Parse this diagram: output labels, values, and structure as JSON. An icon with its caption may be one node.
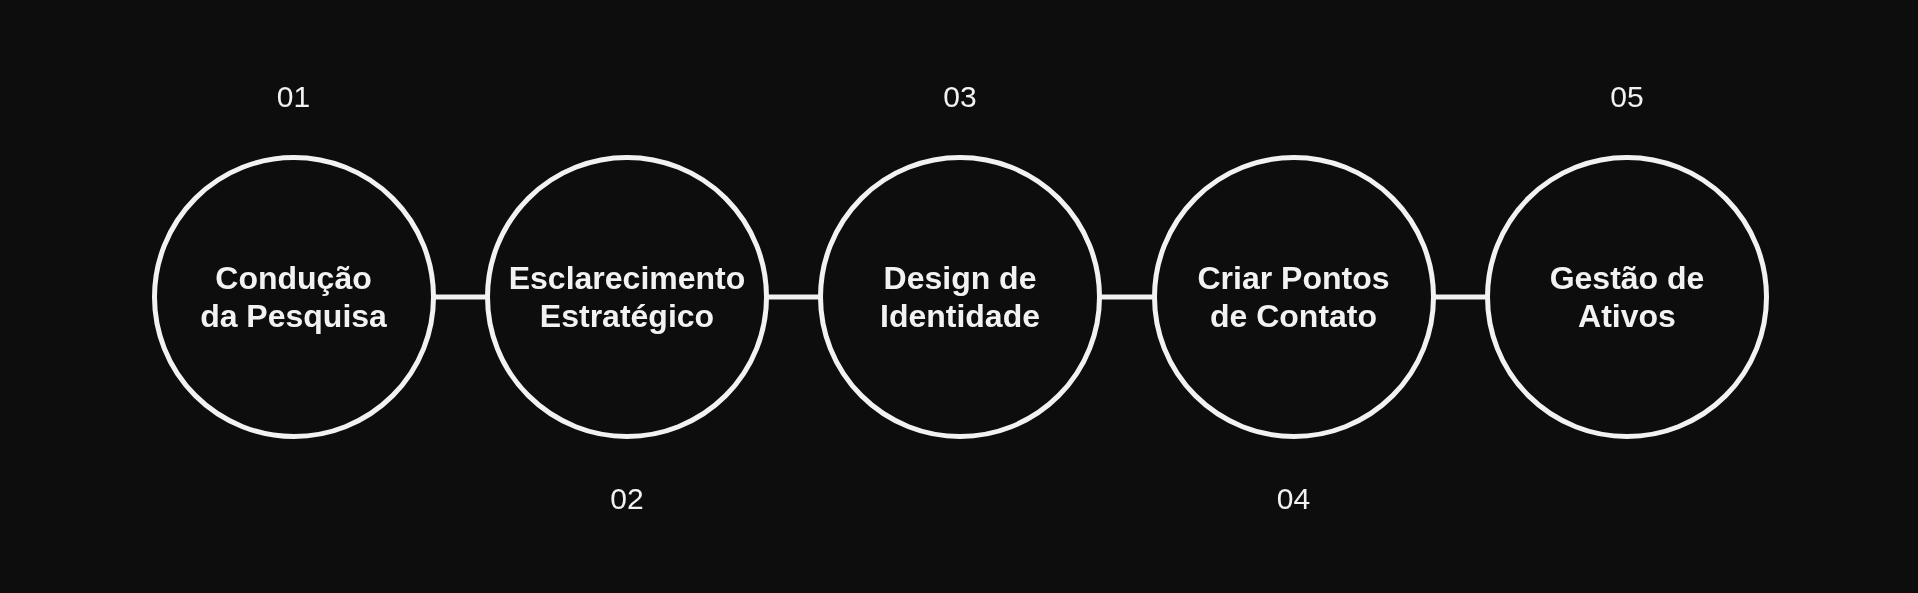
{
  "diagram": {
    "nodes": [
      {
        "text": [
          "Condução da Pesquisa"
        ],
        "beside": [
          "01"
        ]
      },
      {
        "text": [
          "Esclarecimento Estratégico"
        ],
        "beside": [
          "02"
        ]
      },
      {
        "text": [
          "Design de Identidade"
        ],
        "beside": [
          "03"
        ]
      },
      {
        "text": [
          "Criar Pontos de Contato"
        ],
        "beside": [
          "04"
        ]
      },
      {
        "text": [
          "Gestão de Ativos"
        ],
        "beside": [
          "05"
        ]
      }
    ],
    "edges": [
      {
        "from": 0,
        "to": 1,
        "arrow": "none"
      },
      {
        "from": 1,
        "to": 2,
        "arrow": "none"
      },
      {
        "from": 2,
        "to": 3,
        "arrow": "none"
      },
      {
        "from": 3,
        "to": 4,
        "arrow": "none"
      }
    ]
  }
}
